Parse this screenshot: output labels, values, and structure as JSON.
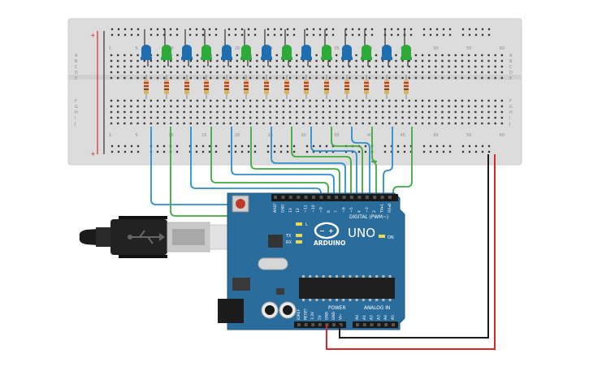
{
  "breadboard": {
    "row_letters_top": [
      "A",
      "B",
      "C",
      "D",
      "E"
    ],
    "row_letters_bottom": [
      "F",
      "G",
      "H",
      "I",
      "J"
    ],
    "column_numbers": [
      "1",
      "5",
      "10",
      "15",
      "20",
      "25",
      "30",
      "35",
      "40",
      "45",
      "50",
      "55",
      "60"
    ],
    "power_plus": "+",
    "power_minus": "−"
  },
  "leds": {
    "pattern": [
      "blue",
      "green",
      "blue",
      "green",
      "blue",
      "green",
      "blue",
      "green",
      "blue",
      "green",
      "blue",
      "green",
      "blue",
      "green"
    ],
    "colors": {
      "blue": "#1f6fb0",
      "green": "#2eaa3a"
    }
  },
  "arduino": {
    "brand": "ARDUINO",
    "model": "UNO",
    "digital_label": "DIGITAL (PWM~)",
    "power_label": "POWER",
    "analog_label": "ANALOG IN",
    "on_label": "ON",
    "tx_label": "TX",
    "rx_label": "RX",
    "l_label": "L",
    "digital_pins": [
      "AREF",
      "GND",
      "13",
      "12",
      "~11",
      "~10",
      "~9",
      "8",
      "7",
      "~6",
      "~5",
      "4",
      "~3",
      "2",
      "TX▸1",
      "RX◂0"
    ],
    "power_pins": [
      "IOREF",
      "RESET",
      "3.3V",
      "5V",
      "GND",
      "GND",
      "Vin"
    ],
    "analog_pins": [
      "A0",
      "A1",
      "A2",
      "A3",
      "A4",
      "A5"
    ],
    "board_color": "#2a6c9c"
  },
  "wire_colors": {
    "blue": "#2b8fd1",
    "green": "#3dab3d",
    "red": "#d8282b",
    "black": "#1a1a1a"
  }
}
